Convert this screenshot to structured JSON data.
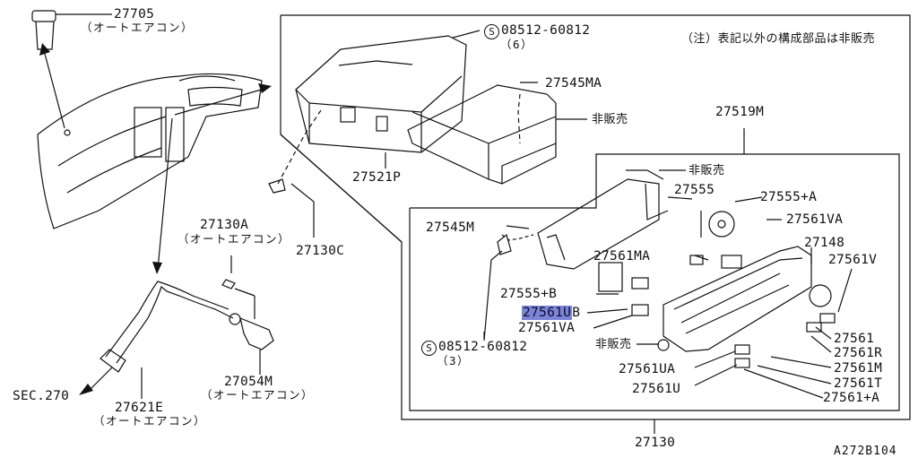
{
  "note": "（注）表記以外の構成部品は非販売",
  "diagram_code": "A272B104",
  "auto_ac": "（オートエアコン）",
  "sec_ref": "SEC.270",
  "parts": {
    "p27705": "27705",
    "p27130A": "27130A",
    "p27130C": "27130C",
    "p27054M": "27054M",
    "p27621E": "27621E",
    "p27521P": "27521P",
    "p27545MA": "27545MA",
    "p27519M": "27519M",
    "p27545M": "27545M",
    "p27555": "27555",
    "p27555A": "27555+A",
    "p27561VA_top": "27561VA",
    "p27148": "27148",
    "p27561V": "27561V",
    "p27561MA": "27561MA",
    "p27555B": "27555+B",
    "p27561UB": "27561U",
    "p27561UB_suffix": "B",
    "p27561VA_mid": "27561VA",
    "p27561": "27561",
    "p27561R": "27561R",
    "p27561M": "27561M",
    "p27561T": "27561T",
    "p27561A": "27561+A",
    "p27561UA": "27561UA",
    "p27561U": "27561U",
    "p27130": "27130",
    "not_sold_1": "非販売",
    "not_sold_2": "非販売",
    "not_sold_3": "非販売"
  },
  "screws": {
    "s_top": "08512-60812",
    "s_top_qty": "（6）",
    "s_bot": "08512-60812",
    "s_bot_qty": "（3）",
    "s_mark": "S"
  }
}
